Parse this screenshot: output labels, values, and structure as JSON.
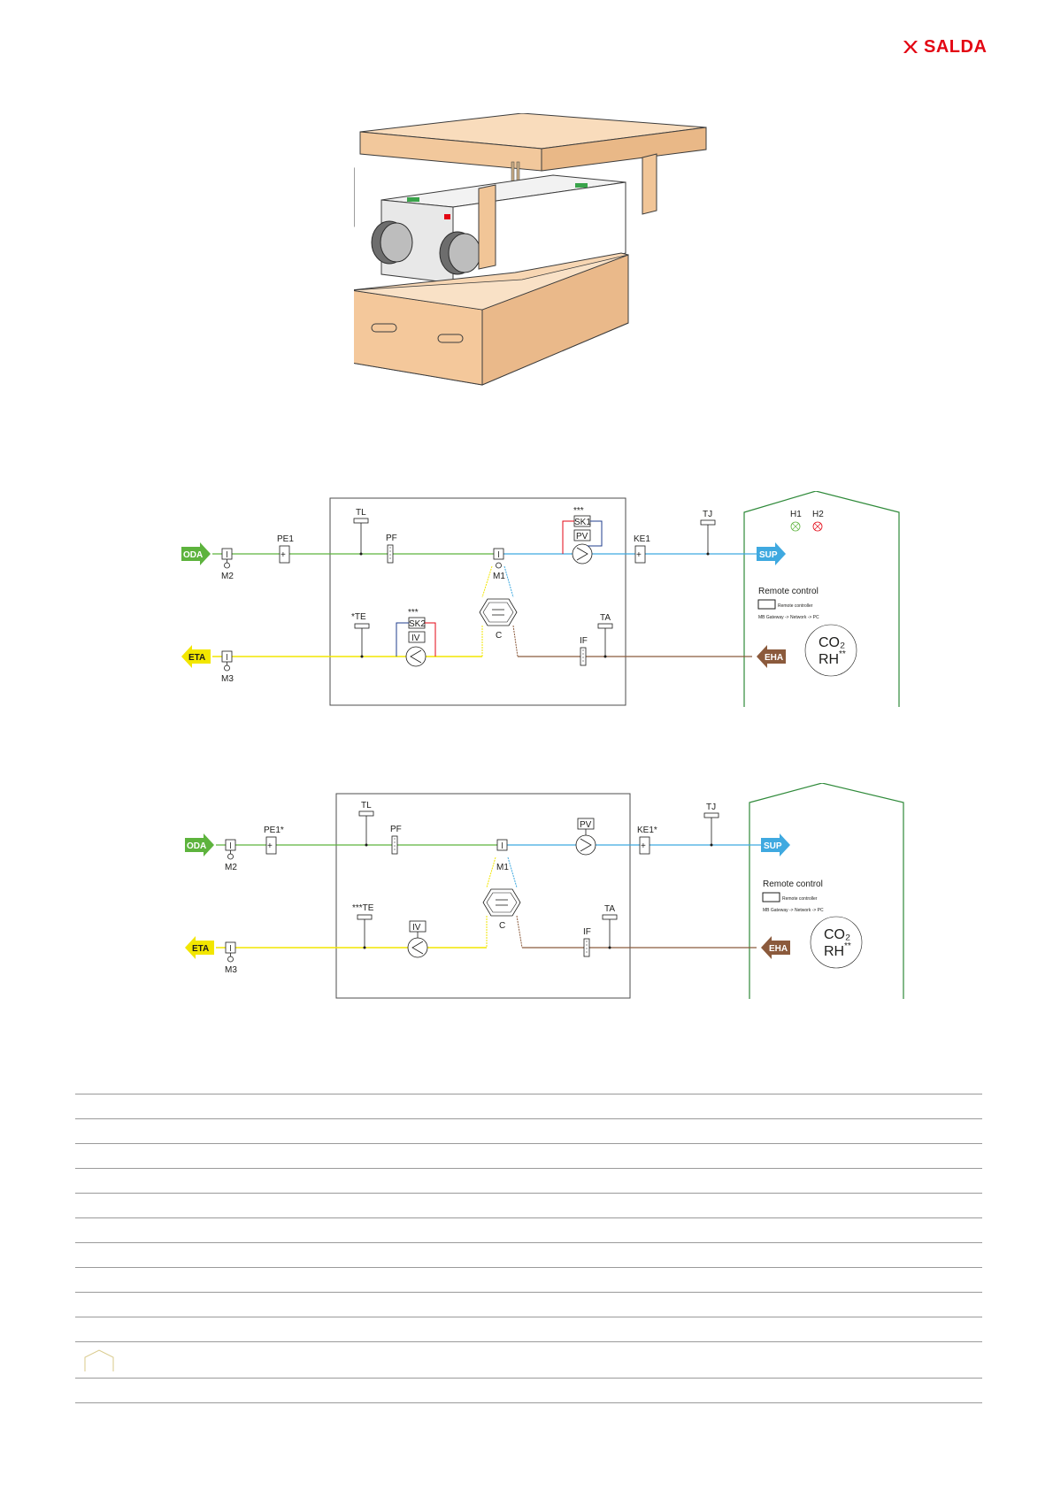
{
  "brand": {
    "name": "SALDA",
    "color": "#e30613"
  },
  "schema_1": {
    "ducts": {
      "oda": "ODA",
      "eta": "ETA",
      "sup": "SUP",
      "eha": "EHA"
    },
    "components": {
      "m2": "M2",
      "m3": "M3",
      "m1": "M1",
      "pe1": "PE1",
      "tl": "TL",
      "pf": "PF",
      "te": "*TE",
      "sk2": "SK2",
      "sk2_mark": "***",
      "iv": "IV",
      "c": "C",
      "sk1": "SK1",
      "sk1_mark": "***",
      "pv": "PV",
      "ke1": "KE1",
      "tj": "TJ",
      "ta": "TA",
      "if": "IF",
      "h1": "H1",
      "h2": "H2"
    },
    "room": {
      "remote_title": "Remote control",
      "remote_controller": "Remote controller",
      "gateway_chain": "MB Gateway -> Network -> PC",
      "co2": "CO₂",
      "rh": "RH",
      "rh_mark": "**"
    }
  },
  "schema_2": {
    "ducts": {
      "oda": "ODA",
      "eta": "ETA",
      "sup": "SUP",
      "eha": "EHA"
    },
    "components": {
      "m2": "M2",
      "m3": "M3",
      "m1": "M1",
      "pe1": "PE1*",
      "tl": "TL",
      "pf": "PF",
      "te": "***TE",
      "iv": "IV",
      "c": "C",
      "pv": "PV",
      "ke1": "KE1*",
      "tj": "TJ",
      "ta": "TA",
      "if": "IF"
    },
    "room": {
      "remote_title": "Remote control",
      "remote_controller": "Remote controller",
      "gateway_chain": "MB Gateway -> Network -> PC",
      "co2": "CO₂",
      "rh": "RH",
      "rh_mark": "**"
    }
  },
  "colors": {
    "supply_green": "#5db33d",
    "supply_blue": "#3fa9e0",
    "exhaust_yellow": "#f2e600",
    "exhaust_brown": "#8b5a3c",
    "room_border": "#2f8a3a",
    "cardboard": "#f6cfa6"
  }
}
